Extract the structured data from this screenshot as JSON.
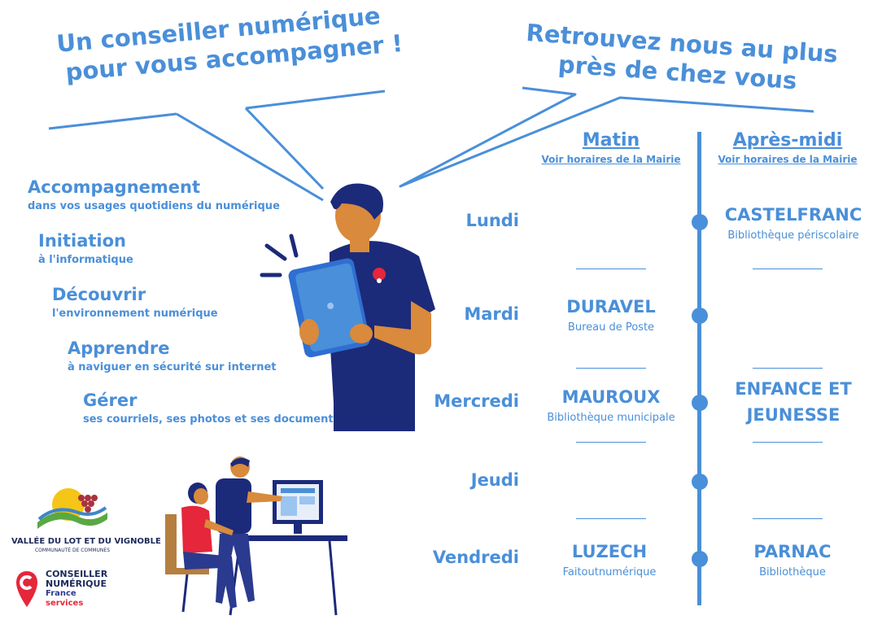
{
  "bubbles": {
    "left_line1": "Un conseiller numérique",
    "left_line2": "pour vous accompagner !",
    "right_line1": "Retrouvez nous au plus",
    "right_line2": "près de chez vous"
  },
  "services": [
    {
      "title": "Accompagnement",
      "sub": "dans vos usages quotidiens du numérique"
    },
    {
      "title": "Initiation",
      "sub": "à l'informatique"
    },
    {
      "title": "Découvrir",
      "sub": "l'environnement numérique"
    },
    {
      "title": "Apprendre",
      "sub": "à naviguer en sécurité sur internet"
    },
    {
      "title": "Gérer",
      "sub": "ses courriels, ses photos et ses documents"
    }
  ],
  "schedule": {
    "morning": {
      "title": "Matin",
      "link": "Voir horaires de la Mairie"
    },
    "afternoon": {
      "title": "Après-midi",
      "link": "Voir horaires de la Mairie"
    },
    "days": [
      "Lundi",
      "Mardi",
      "Mercredi",
      "Jeudi",
      "Vendredi"
    ],
    "lundi_pm": {
      "name": "CASTELFRANC",
      "sub": "Bibliothèque périscolaire"
    },
    "mardi_am": {
      "name": "DURAVEL",
      "sub": "Bureau de Poste"
    },
    "mercredi_am": {
      "name": "MAUROUX",
      "sub": "Bibliothèque municipale"
    },
    "mercredi_pm": {
      "name": "ENFANCE ET JEUNESSE"
    },
    "vendredi_am": {
      "name": "LUZECH",
      "sub": "Faitoutnumérique"
    },
    "vendredi_pm": {
      "name": "PARNAC",
      "sub": "Bibliothèque"
    }
  },
  "logos": {
    "vallee_name": "VALLÉE DU LOT ET DU VIGNOBLE",
    "vallee_sub": "COMMUNAUTÉ DE COMMUNES",
    "cn_line1": "CONSEILLER",
    "cn_line2": "NUMÉRIQUE",
    "cn_line3": "France",
    "cn_line4": "services"
  },
  "colors": {
    "accent": "#4a8fd9",
    "navy": "#1c2a7a",
    "skin": "#d98a3c",
    "red": "#e5263b"
  }
}
